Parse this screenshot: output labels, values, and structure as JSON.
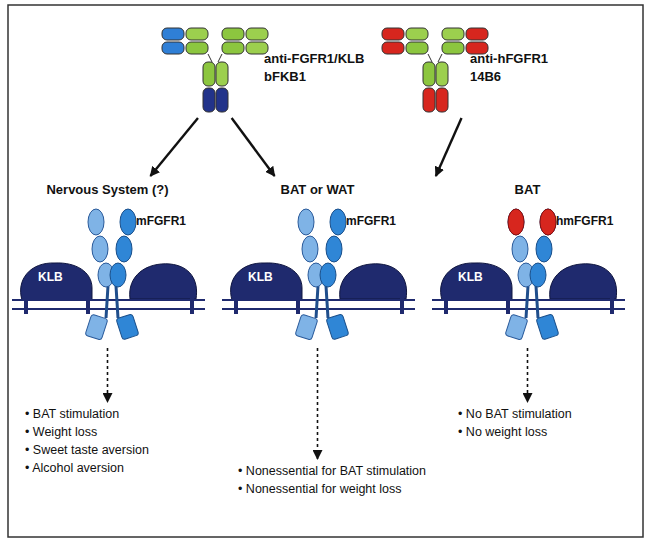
{
  "diagram": {
    "nodes": [
      {
        "text": [
          "anti-FGFR1/KLB",
          "bFKB1"
        ]
      },
      {
        "text": [
          "anti-hFGFR1",
          "14B6"
        ]
      },
      {
        "text": [
          "Nervous System (?)"
        ]
      },
      {
        "text": [
          "BAT or WAT"
        ]
      },
      {
        "text": [
          "BAT"
        ]
      },
      {
        "text": [
          "• BAT stimulation",
          "• Weight loss",
          "• Sweet taste aversion",
          "• Alcohol aversion"
        ]
      },
      {
        "text": [
          "• Nonessential for BAT stimulation",
          "• Nonessential for weight loss"
        ]
      },
      {
        "text": [
          "• No BAT stimulation",
          "• No weight loss"
        ]
      }
    ],
    "edges": [
      {
        "from": 0,
        "to": 2,
        "arrow": "to"
      },
      {
        "from": 0,
        "to": 3,
        "arrow": "to"
      },
      {
        "from": 1,
        "to": 4,
        "arrow": "to"
      },
      {
        "from": 2,
        "to": 5,
        "arrow": "to"
      },
      {
        "from": 3,
        "to": 6,
        "arrow": "to"
      },
      {
        "from": 4,
        "to": 7,
        "arrow": "to"
      }
    ],
    "labels": [
      "KLB",
      "mFGFR1",
      "KLB",
      "mFGFR1",
      "KLB",
      "hmFGFR1"
    ]
  }
}
